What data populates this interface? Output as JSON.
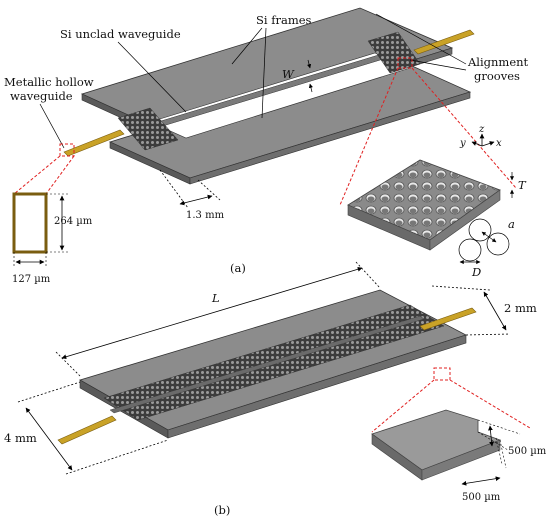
{
  "panel_a": {
    "caption": "(a)",
    "label_si_frames": "Si frames",
    "label_unclad": "Si unclad waveguide",
    "label_metallic_line1": "Metallic hollow",
    "label_metallic_line2": "waveguide",
    "label_alignment_line1": "Alignment",
    "label_alignment_line2": "grooves",
    "label_W": "W",
    "dim_gap": "1.3 mm",
    "dim_height": "264 µm",
    "dim_width": "127 µm",
    "inset_T": "T",
    "inset_a": "a",
    "inset_D": "D",
    "axis_x": "x",
    "axis_y": "y",
    "axis_z": "z"
  },
  "panel_b": {
    "caption": "(b)",
    "label_L": "L",
    "dim_2mm": "2 mm",
    "dim_4mm": "4 mm",
    "dim_500_a": "500 µm",
    "dim_500_b": "500 µm"
  },
  "colors": {
    "slab_top": "#8c8c8c",
    "slab_edge": "#5a5a5a",
    "gold": "#c9a227",
    "callout": "#e02020"
  }
}
